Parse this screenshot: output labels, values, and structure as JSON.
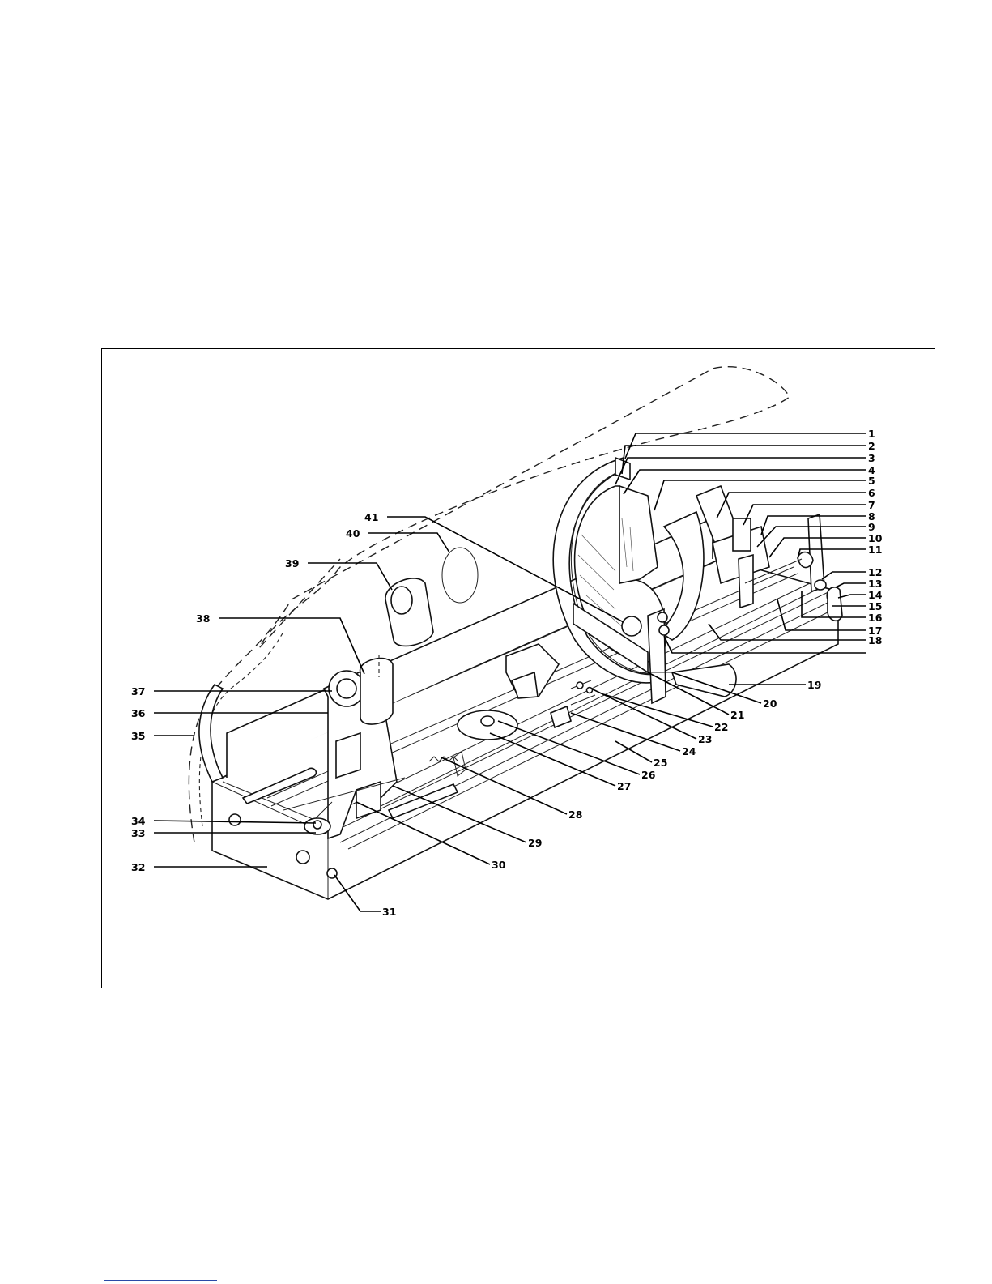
{
  "figure": {
    "callouts": [
      "1",
      "2",
      "3",
      "4",
      "5",
      "6",
      "7",
      "8",
      "9",
      "10",
      "11",
      "12",
      "13",
      "14",
      "15",
      "16",
      "17",
      "18",
      "19",
      "20",
      "21",
      "22",
      "23",
      "24",
      "25",
      "26",
      "27",
      "28",
      "29",
      "30",
      "31",
      "32",
      "33",
      "34",
      "35",
      "36",
      "37",
      "38",
      "39",
      "40",
      "41"
    ]
  }
}
